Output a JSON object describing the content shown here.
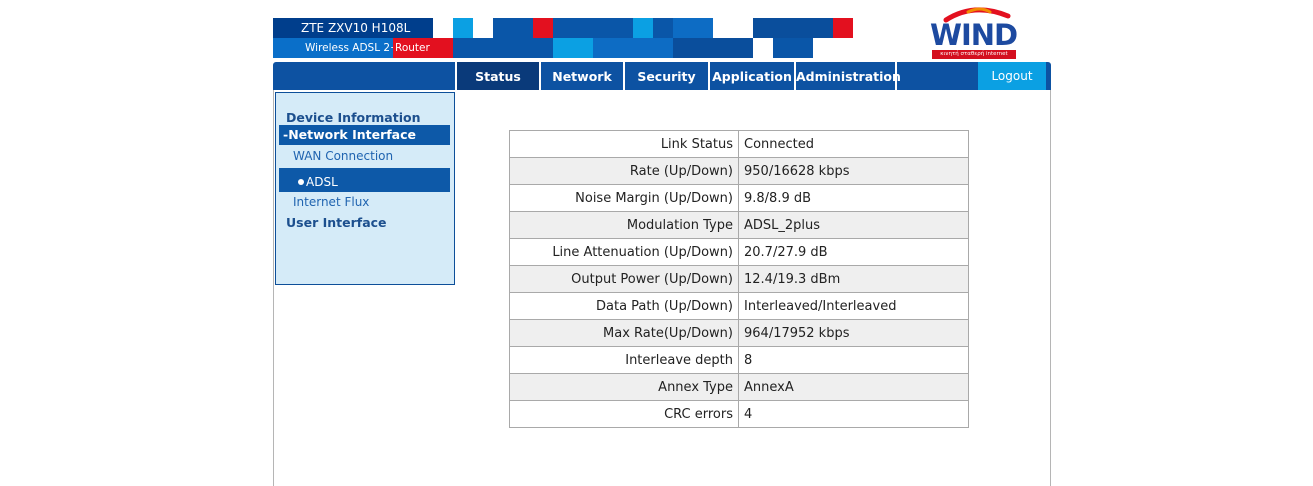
{
  "header": {
    "model": "ZTE ZXV10 H108L",
    "subtitle": "Wireless ADSL 2+",
    "router_word": "Router"
  },
  "logo": {
    "text": "WIND",
    "tagline": "κινητή σταθερή internet"
  },
  "nav": {
    "tabs": [
      {
        "label": "Status"
      },
      {
        "label": "Network"
      },
      {
        "label": "Security"
      },
      {
        "label": "Application"
      },
      {
        "label": "Administration"
      }
    ],
    "logout": "Logout"
  },
  "sidebar": {
    "device_information": "Device Information",
    "network_interface": "-Network Interface",
    "wan_connection": "WAN Connection",
    "adsl": "ADSL",
    "internet_flux": "Internet Flux",
    "user_interface": "User Interface"
  },
  "table": {
    "rows": [
      {
        "label": "Link Status",
        "value": "Connected"
      },
      {
        "label": "Rate (Up/Down)",
        "value": "950/16628 kbps"
      },
      {
        "label": "Noise Margin (Up/Down)",
        "value": "9.8/8.9 dB"
      },
      {
        "label": "Modulation Type",
        "value": "ADSL_2plus"
      },
      {
        "label": "Line Attenuation (Up/Down)",
        "value": "20.7/27.9 dB"
      },
      {
        "label": "Output Power (Up/Down)",
        "value": "12.4/19.3 dBm"
      },
      {
        "label": "Data Path (Up/Down)",
        "value": "Interleaved/Interleaved"
      },
      {
        "label": "Max Rate(Up/Down)",
        "value": "964/17952 kbps"
      },
      {
        "label": "Interleave depth",
        "value": "8"
      },
      {
        "label": "Annex Type",
        "value": "AnnexA"
      },
      {
        "label": "CRC errors",
        "value": "4"
      }
    ]
  },
  "colors": {
    "dark_blue": "#003e8c",
    "mid_blue": "#0d52a2",
    "light_blue": "#0ba0e3",
    "red": "#e3101f",
    "sidebar_bg": "#d5ebf8"
  }
}
